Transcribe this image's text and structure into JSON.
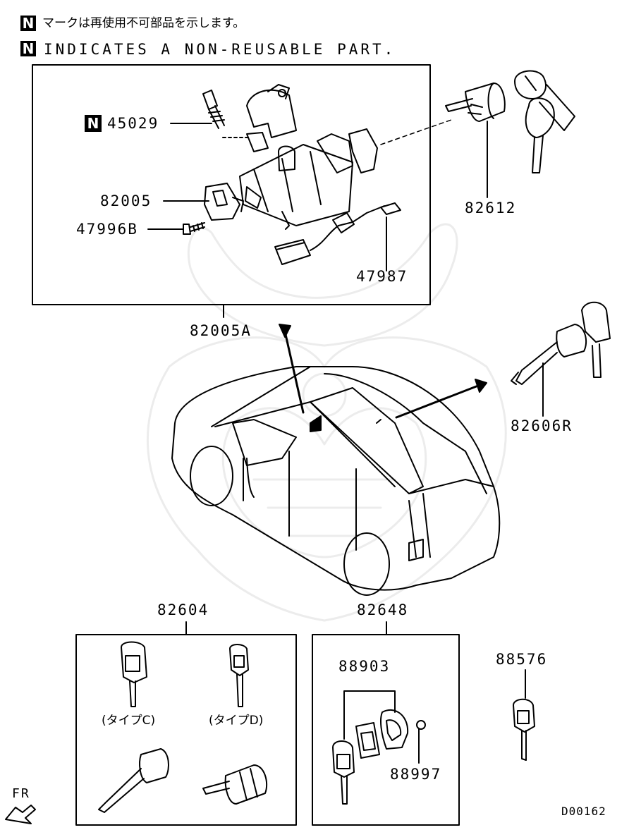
{
  "notes": {
    "jp_line": "マークは再使用不可部品を示します。",
    "en_line": "INDICATES A NON-REUSABLE PART.",
    "n_mark": "N"
  },
  "callouts": {
    "p45029": "45029",
    "p82005": "82005",
    "p47996b": "47996B",
    "p47987": "47987",
    "p82612": "82612",
    "p82005a": "82005A",
    "p82606r": "82606R",
    "p82604": "82604",
    "p82648": "82648",
    "p88903": "88903",
    "p88997": "88997",
    "p88576": "88576"
  },
  "key_types": {
    "type_c": "(タイプC)",
    "type_d": "(タイプD)"
  },
  "direction": {
    "fr": "FR"
  },
  "drawing_code": "D00162"
}
